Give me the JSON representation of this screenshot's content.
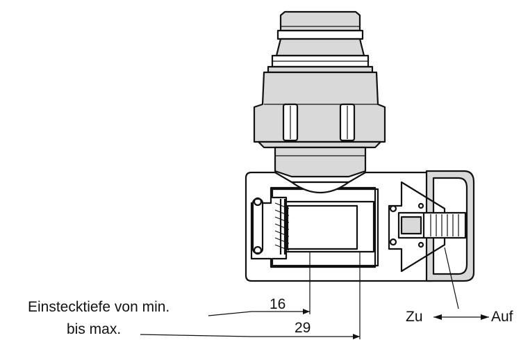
{
  "labels": {
    "insertion_depth_line1": "Einstecktiefe von min.",
    "insertion_depth_line2": "bis max.",
    "dim_min": "16",
    "dim_max": "29",
    "close": "Zu",
    "open": "Auf"
  }
}
